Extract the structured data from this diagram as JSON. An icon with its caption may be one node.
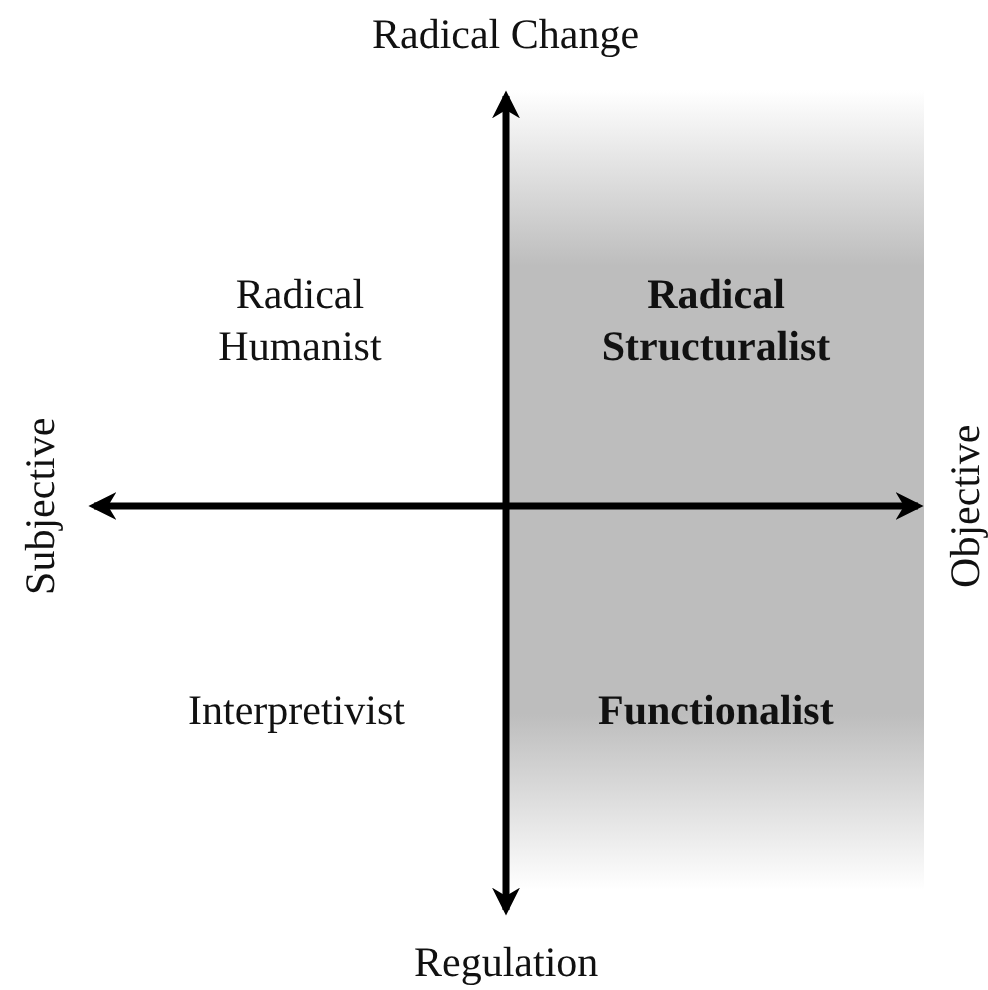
{
  "diagram": {
    "labels": [
      "Radical Change",
      "Radical Humanist",
      "Radical Structuralist",
      "Subjective",
      "Objective",
      "Interpretivist",
      "Functionalist",
      "Regulation"
    ]
  }
}
